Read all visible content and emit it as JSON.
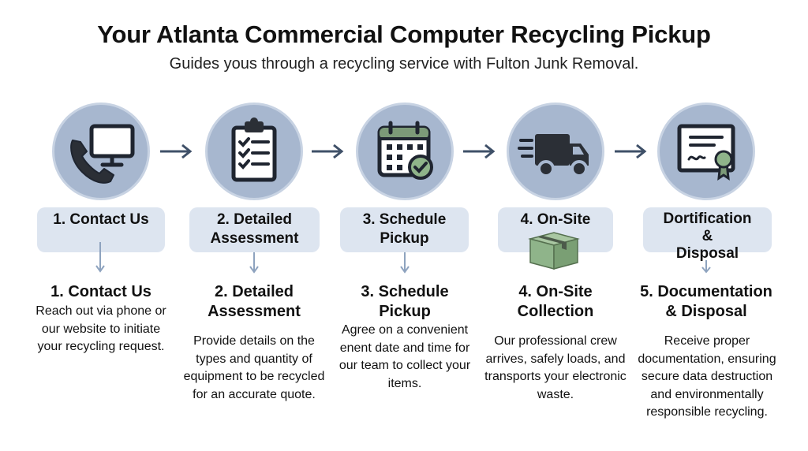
{
  "header": {
    "title": "Your Atlanta Commercial Computer Recycling Pickup",
    "subtitle": "Guides yous through a recycling service with Fulton Junk Removal."
  },
  "steps": [
    {
      "icon": "phone-computer-icon",
      "pill_lines": [
        "1. Contact Us"
      ],
      "title_lines": [
        "1. Contact Us"
      ],
      "description": "Reach out via phone or our website to initiate your recycling request."
    },
    {
      "icon": "clipboard-checklist-icon",
      "pill_lines": [
        "2. Detailed",
        "Assessment"
      ],
      "title_lines": [
        "2. Detailed",
        "Assessment"
      ],
      "description": "Provide details on the types and quantity of equipment to be recycled   for an accurate quote."
    },
    {
      "icon": "calendar-check-icon",
      "pill_lines": [
        "3. Schedule",
        "Pickup"
      ],
      "title_lines": [
        "3. Schedule",
        "Pickup"
      ],
      "description": "Agree on a convenient enent date and time for our team to collect your items."
    },
    {
      "icon": "delivery-truck-icon",
      "pill_lines": [
        "4. On-Site"
      ],
      "title_lines": [
        "4. On-Site",
        "Collection"
      ],
      "description": "Our professional crew arrives, safely loads, and transports your electronic waste."
    },
    {
      "icon": "certificate-icon",
      "pill_lines": [
        "Dortification",
        "&",
        "Disposal"
      ],
      "title_lines": [
        "5. Documentation",
        "& Disposal"
      ],
      "description": "Receive proper documentation, ensuring secure data destruction and environmentally responsible recycling."
    }
  ],
  "colors": {
    "circle": "#a7b7cf",
    "pill": "#dde5f0",
    "arrow": "#3f5068",
    "down_arrow": "#8ea3bf",
    "box": "#8fb48a"
  }
}
